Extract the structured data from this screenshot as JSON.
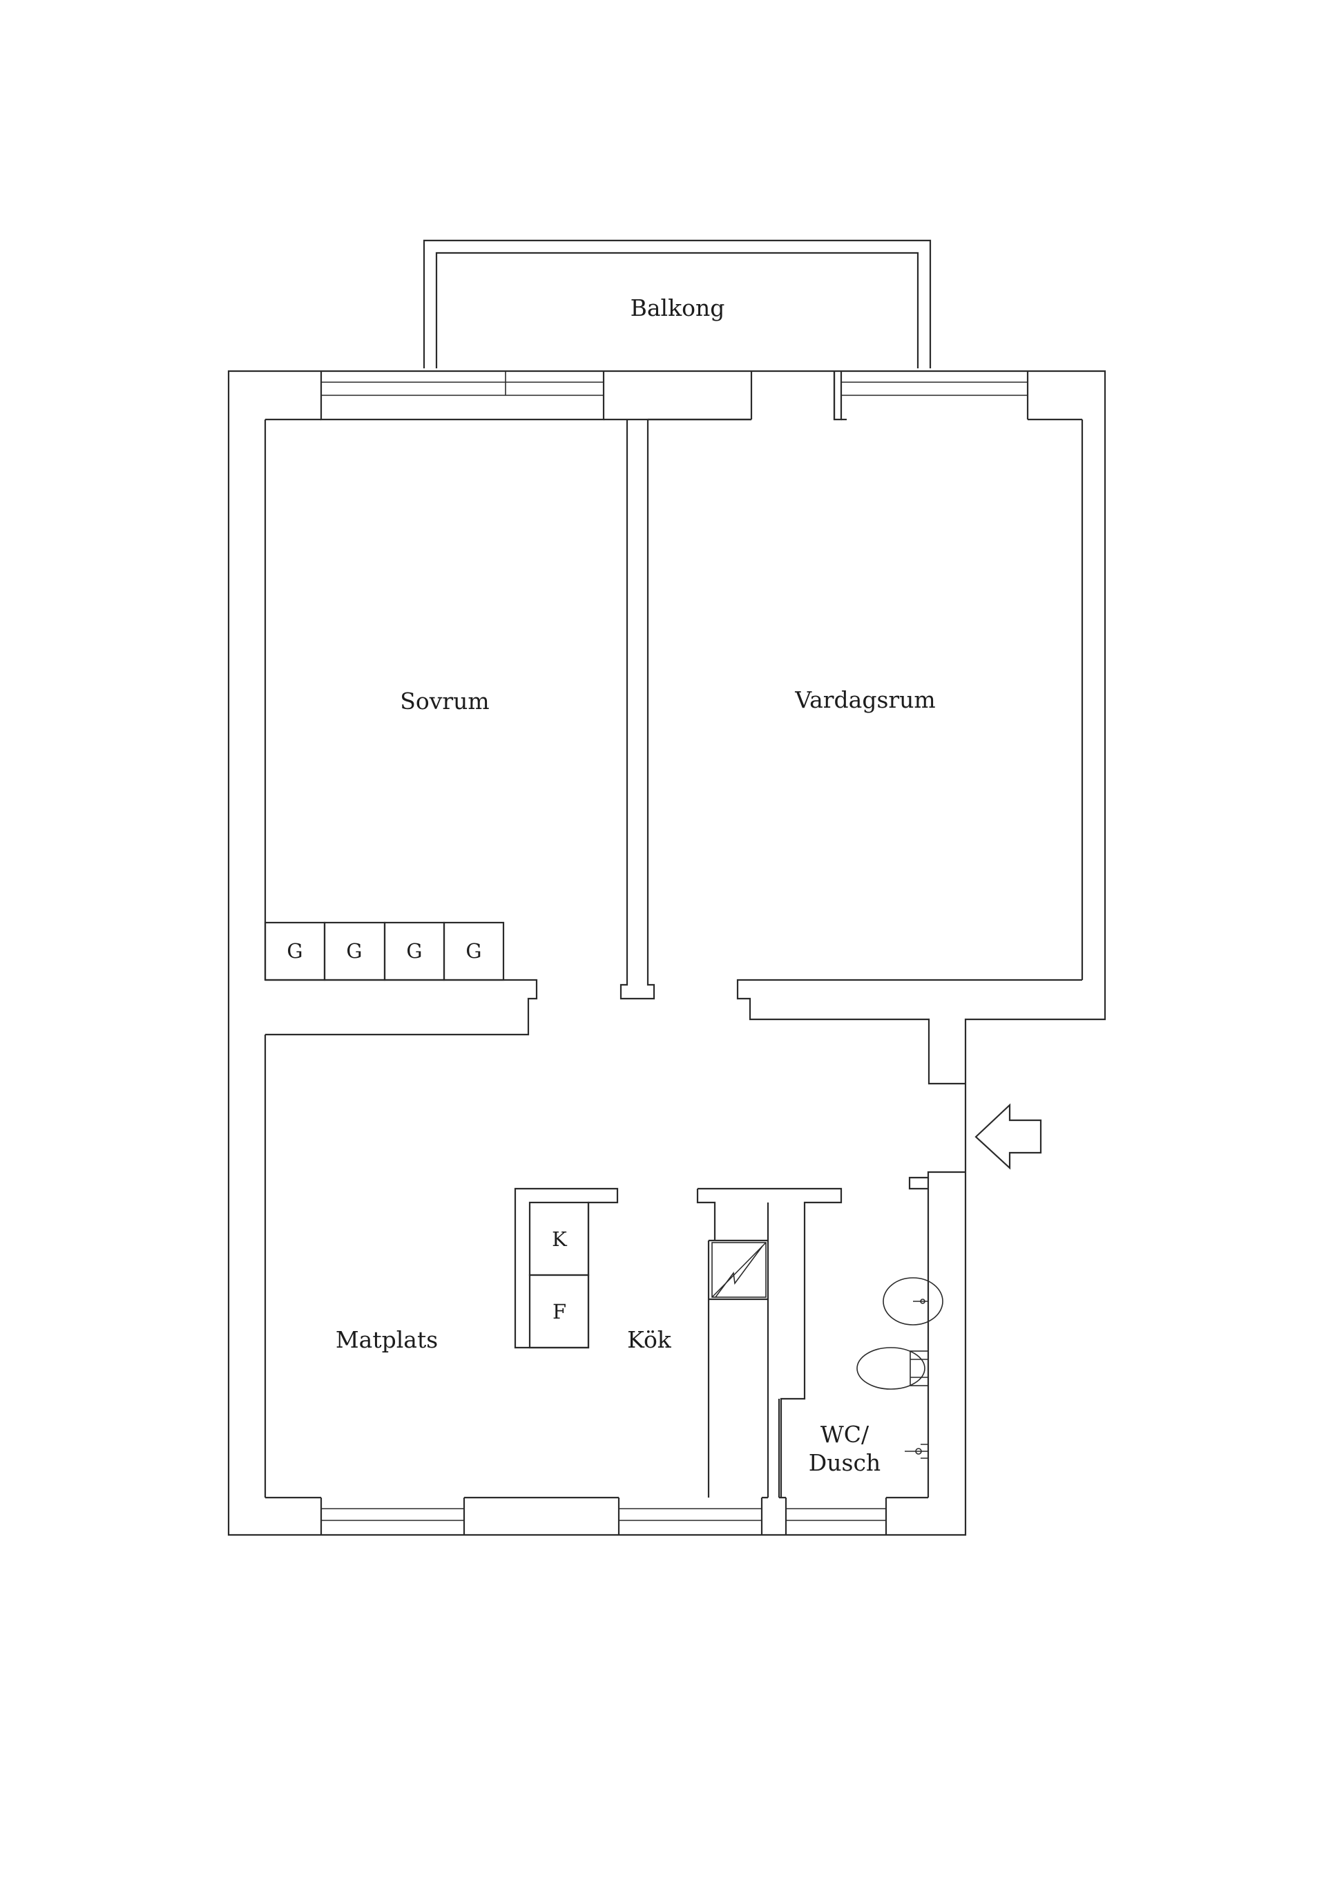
{
  "rooms": {
    "balcony": "Balkong",
    "bedroom": "Sovrum",
    "living_room": "Vardagsrum",
    "dining": "Matplats",
    "kitchen": "Kök",
    "bathroom_line1": "WC/",
    "bathroom_line2": "Dusch"
  },
  "closets": [
    "G",
    "G",
    "G",
    "G"
  ],
  "appliances": {
    "fridge": "K",
    "freezer": "F"
  },
  "icons": {
    "entrance": "entrance-arrow-icon",
    "electrical": "electrical-panel-icon",
    "sink": "sink-icon",
    "toilet": "toilet-icon",
    "shower": "shower-icon"
  },
  "colors": {
    "line": "#2a2a2a",
    "background": "#ffffff"
  }
}
